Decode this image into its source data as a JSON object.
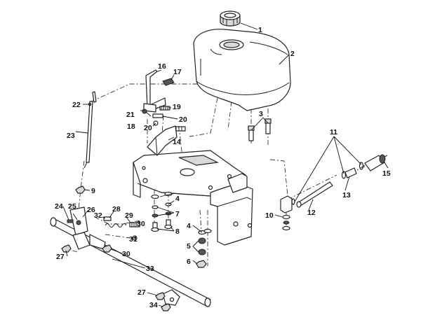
{
  "callouts": [
    {
      "id": "c1",
      "label": "1"
    },
    {
      "id": "c2",
      "label": "2"
    },
    {
      "id": "c3",
      "label": "3"
    },
    {
      "id": "c4a",
      "label": "4"
    },
    {
      "id": "c4b",
      "label": "4"
    },
    {
      "id": "c5",
      "label": "5"
    },
    {
      "id": "c6",
      "label": "6"
    },
    {
      "id": "c7",
      "label": "7"
    },
    {
      "id": "c8",
      "label": "8"
    },
    {
      "id": "c9",
      "label": "9"
    },
    {
      "id": "c10",
      "label": "10"
    },
    {
      "id": "c11",
      "label": "11"
    },
    {
      "id": "c12",
      "label": "12"
    },
    {
      "id": "c13",
      "label": "13"
    },
    {
      "id": "c14",
      "label": "14"
    },
    {
      "id": "c15",
      "label": "15"
    },
    {
      "id": "c16",
      "label": "16"
    },
    {
      "id": "c17",
      "label": "17"
    },
    {
      "id": "c18",
      "label": "18"
    },
    {
      "id": "c19",
      "label": "19"
    },
    {
      "id": "c20a",
      "label": "20"
    },
    {
      "id": "c20b",
      "label": "20"
    },
    {
      "id": "c21",
      "label": "21"
    },
    {
      "id": "c22",
      "label": "22"
    },
    {
      "id": "c23",
      "label": "23"
    },
    {
      "id": "c24",
      "label": "24"
    },
    {
      "id": "c25",
      "label": "25"
    },
    {
      "id": "c26",
      "label": "26"
    },
    {
      "id": "c27a",
      "label": "27"
    },
    {
      "id": "c27b",
      "label": "27"
    },
    {
      "id": "c28",
      "label": "28"
    },
    {
      "id": "c29",
      "label": "29"
    },
    {
      "id": "c30a",
      "label": "30"
    },
    {
      "id": "c30b",
      "label": "30"
    },
    {
      "id": "c31",
      "label": "31"
    },
    {
      "id": "c32",
      "label": "32"
    },
    {
      "id": "c33",
      "label": "33"
    },
    {
      "id": "c34",
      "label": "34"
    }
  ]
}
